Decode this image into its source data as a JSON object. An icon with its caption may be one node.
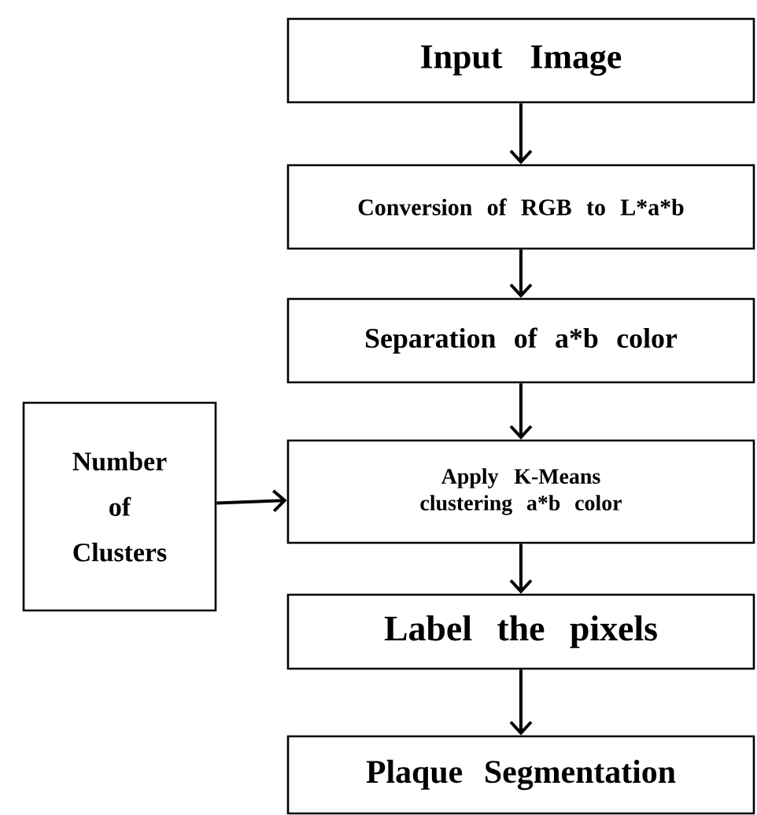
{
  "diagram": {
    "nodes": [
      {
        "text": [
          "Input Image"
        ]
      },
      {
        "text": [
          "Conversion of RGB to L*a*b"
        ]
      },
      {
        "text": [
          "Separation of a*b color"
        ]
      },
      {
        "text": [
          "Number of Clusters"
        ]
      },
      {
        "text": [
          "Apply K-Means clustering a*b color"
        ]
      },
      {
        "text": [
          "Label the pixels"
        ]
      },
      {
        "text": [
          "Plaque Segmentation"
        ]
      }
    ],
    "edges": [
      {
        "from": 0,
        "to": 1,
        "arrow": "to"
      },
      {
        "from": 1,
        "to": 2,
        "arrow": "to"
      },
      {
        "from": 2,
        "to": 4,
        "arrow": "to"
      },
      {
        "from": 3,
        "to": 4,
        "arrow": "to"
      },
      {
        "from": 4,
        "to": 5,
        "arrow": "to"
      },
      {
        "from": 5,
        "to": 6,
        "arrow": "to"
      }
    ]
  }
}
